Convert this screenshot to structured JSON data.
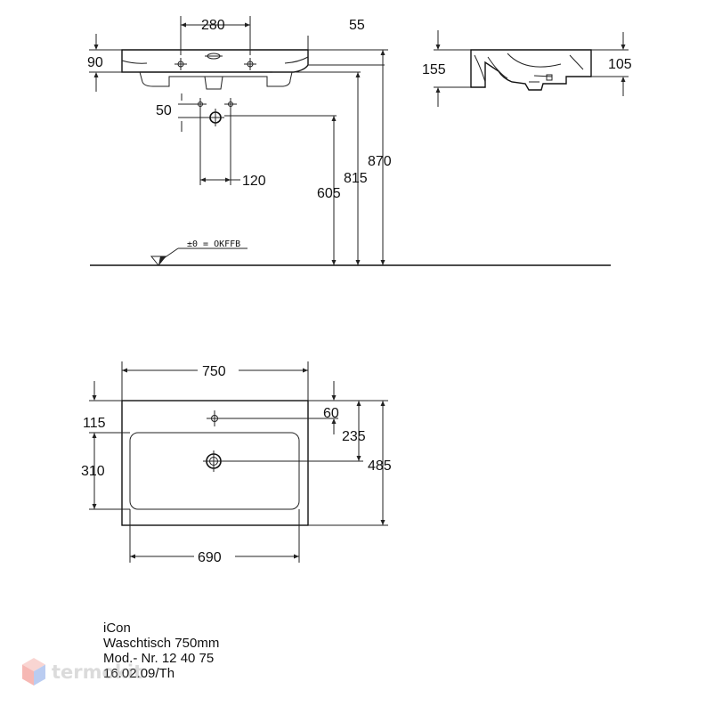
{
  "dimensions": {
    "front": {
      "w280": "280",
      "w55": "55",
      "h90": "90",
      "h50": "50",
      "w120": "120",
      "h605": "605",
      "h815": "815",
      "h870": "870",
      "floor_label": "±0 = OKFFB"
    },
    "side": {
      "h155": "155",
      "h105": "105"
    },
    "top": {
      "w750": "750",
      "w690": "690",
      "h115": "115",
      "h310": "310",
      "h60": "60",
      "h235": "235",
      "h485": "485"
    }
  },
  "caption": {
    "line1": "iCon",
    "line2": "Waschtisch 750mm",
    "line3": "Mod.- Nr. 12 40 75",
    "line4": "16.02.09/Th"
  },
  "watermark": {
    "text": "termokit",
    "colors": [
      "#e8362b",
      "#3b6fd8",
      "#f08a80"
    ]
  }
}
